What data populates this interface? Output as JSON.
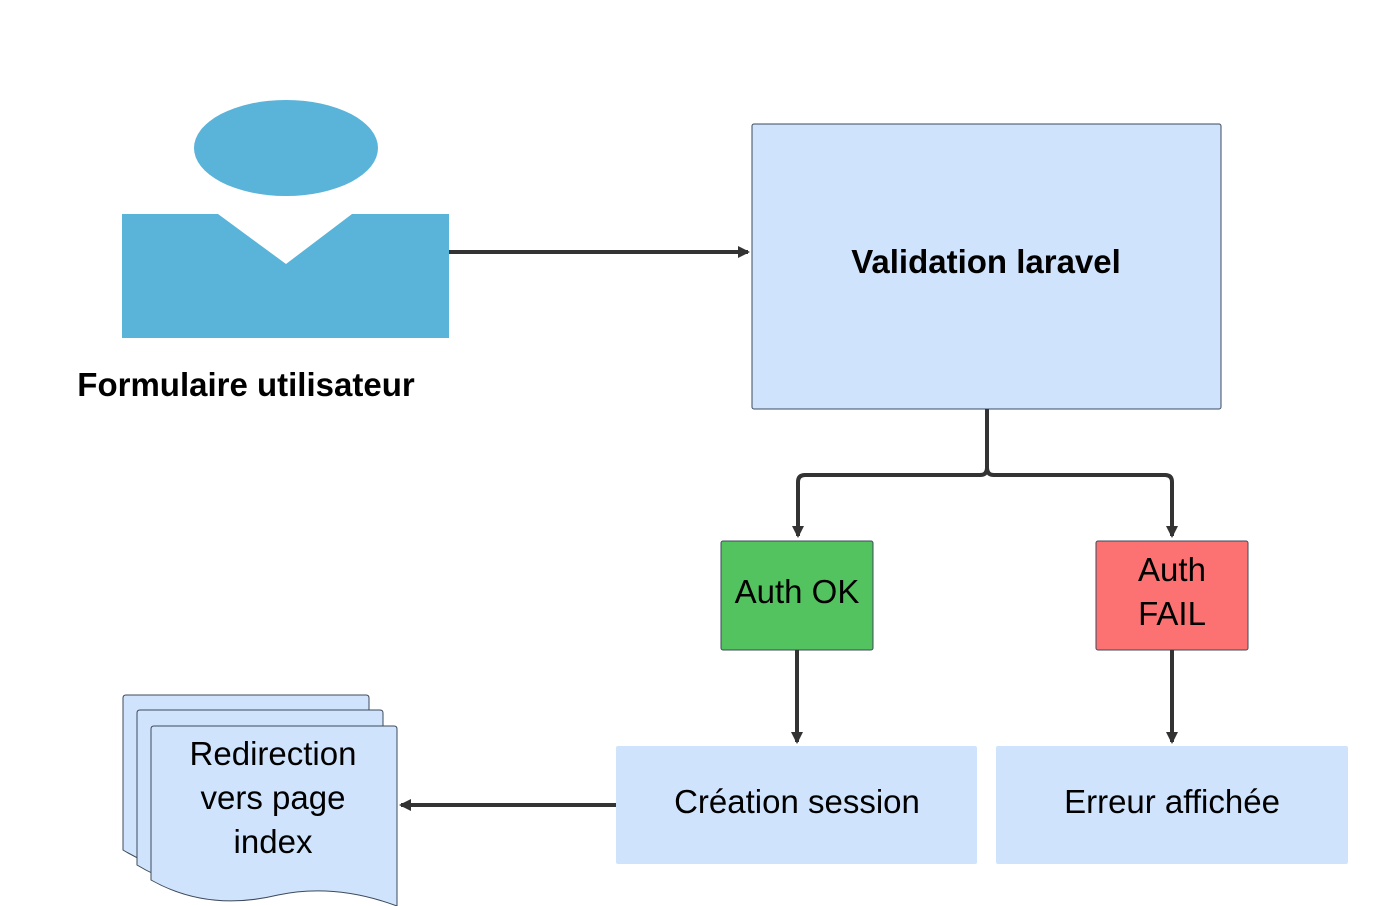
{
  "diagram": {
    "user_form": {
      "label": "Formulaire utilisateur"
    },
    "validation": {
      "label": "Validation laravel"
    },
    "auth_ok": {
      "label": "Auth OK"
    },
    "auth_fail": {
      "line1": "Auth",
      "line2": "FAIL"
    },
    "creation_session": {
      "label": "Création session"
    },
    "erreur": {
      "label": "Erreur affichée"
    },
    "redirection": {
      "line1": "Redirection",
      "line2": "vers page",
      "line3": "index"
    }
  },
  "colors": {
    "actor": "#5AB3D8",
    "box_fill": "#D0E3FC",
    "box_stroke": "#3C4A5A",
    "ok_fill": "#52C35E",
    "fail_fill": "#FC7272",
    "arrow": "#333333"
  },
  "icons": {
    "actor": "user-icon",
    "document_stack": "multi-document-icon"
  }
}
